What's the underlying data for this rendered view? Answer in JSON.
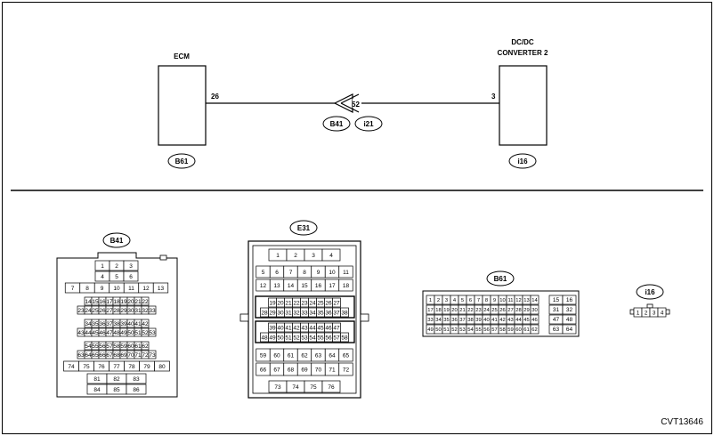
{
  "wiring": {
    "ecm_label": "ECM",
    "ecm_pin": "26",
    "ecm_connector": "B61",
    "dcdc_label_1": "DC/DC",
    "dcdc_label_2": "CONVERTER 2",
    "dcdc_pin": "3",
    "dcdc_connector": "i16",
    "joint_pin": "52",
    "joint_connector_a": "B41",
    "joint_connector_b": "i21"
  },
  "connectors": {
    "b41": {
      "name": "B41",
      "rows": [
        [
          "1",
          "2",
          "3"
        ],
        [
          "4",
          "5",
          "6"
        ],
        [
          "7",
          "8",
          "9",
          "10",
          "11",
          "12",
          "13"
        ],
        [
          "14",
          "15",
          "16",
          "17",
          "18",
          "19",
          "20",
          "21",
          "22"
        ],
        [
          "23",
          "24",
          "25",
          "26",
          "27",
          "28",
          "29",
          "30",
          "31",
          "32",
          "33"
        ],
        [
          "34",
          "35",
          "36",
          "37",
          "38",
          "39",
          "40",
          "41",
          "42"
        ],
        [
          "43",
          "44",
          "45",
          "46",
          "47",
          "48",
          "49",
          "50",
          "51",
          "52",
          "53"
        ],
        [
          "54",
          "55",
          "56",
          "57",
          "58",
          "59",
          "60",
          "61",
          "62"
        ],
        [
          "63",
          "64",
          "65",
          "66",
          "67",
          "68",
          "69",
          "70",
          "71",
          "72",
          "73"
        ],
        [
          "74",
          "75",
          "76",
          "77",
          "78",
          "79",
          "80"
        ],
        [
          "81",
          "82",
          "83"
        ],
        [
          "84",
          "85",
          "86"
        ]
      ]
    },
    "e31": {
      "name": "E31",
      "rows": [
        [
          "1",
          "2",
          "3",
          "4"
        ],
        [
          "5",
          "6",
          "7",
          "8",
          "9",
          "10",
          "11"
        ],
        [
          "12",
          "13",
          "14",
          "15",
          "16",
          "17",
          "18"
        ],
        [
          "19",
          "20",
          "21",
          "22",
          "23",
          "24",
          "25",
          "26",
          "27"
        ],
        [
          "28",
          "29",
          "30",
          "31",
          "32",
          "33",
          "34",
          "35",
          "36",
          "37",
          "38"
        ],
        [
          "39",
          "40",
          "41",
          "42",
          "43",
          "44",
          "45",
          "46",
          "47"
        ],
        [
          "48",
          "49",
          "50",
          "51",
          "52",
          "53",
          "54",
          "55",
          "56",
          "57",
          "58"
        ],
        [
          "59",
          "60",
          "61",
          "62",
          "63",
          "64",
          "65"
        ],
        [
          "66",
          "67",
          "68",
          "69",
          "70",
          "71",
          "72"
        ],
        [
          "73",
          "74",
          "75",
          "76"
        ]
      ]
    },
    "b61": {
      "name": "B61",
      "rows": [
        [
          "1",
          "2",
          "3",
          "4",
          "5",
          "6",
          "7",
          "8",
          "9",
          "10",
          "11",
          "12",
          "13",
          "14",
          "15",
          "16"
        ],
        [
          "17",
          "18",
          "19",
          "20",
          "21",
          "22",
          "23",
          "24",
          "25",
          "26",
          "27",
          "28",
          "29",
          "30",
          "31",
          "32"
        ],
        [
          "33",
          "34",
          "35",
          "36",
          "37",
          "38",
          "39",
          "40",
          "41",
          "42",
          "43",
          "44",
          "45",
          "46",
          "47",
          "48"
        ],
        [
          "49",
          "50",
          "51",
          "52",
          "53",
          "54",
          "55",
          "56",
          "57",
          "58",
          "59",
          "60",
          "61",
          "62",
          "63",
          "64"
        ]
      ]
    },
    "i16": {
      "name": "i16",
      "rows": [
        [
          "1",
          "2",
          "3",
          "4"
        ]
      ]
    }
  },
  "footer": {
    "code": "CVT13646"
  }
}
